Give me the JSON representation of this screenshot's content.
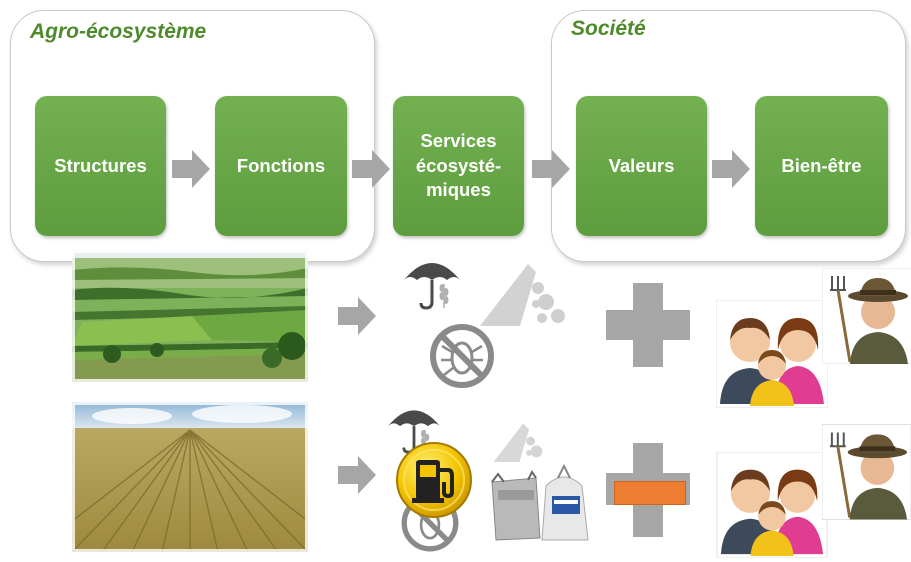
{
  "groups": {
    "agro": {
      "title": "Agro-écosystème"
    },
    "societe": {
      "title": "Société"
    }
  },
  "boxes": {
    "structures": "Structures",
    "fonctions": "Fonctions",
    "services": [
      "Services",
      "écosysté-",
      "miques"
    ],
    "valeurs": "Valeurs",
    "bien_etre": "Bien-être"
  },
  "icons": {
    "umbrella": "umbrella-wheat-icon",
    "erosion": "erosion-rocks-icon",
    "no_pest": "no-pest-icon",
    "fuel": "fuel-pump-icon",
    "fertilizer": "fertilizer-bags-icon",
    "family": "family-icon",
    "farmer": "farmer-icon"
  },
  "colors": {
    "box_green": "#6aa84f",
    "title_green": "#4e8a2c",
    "arrow_gray": "#a6a6a6",
    "minus_orange": "#ed7d31",
    "fuel_yellow": "#f4c400"
  }
}
